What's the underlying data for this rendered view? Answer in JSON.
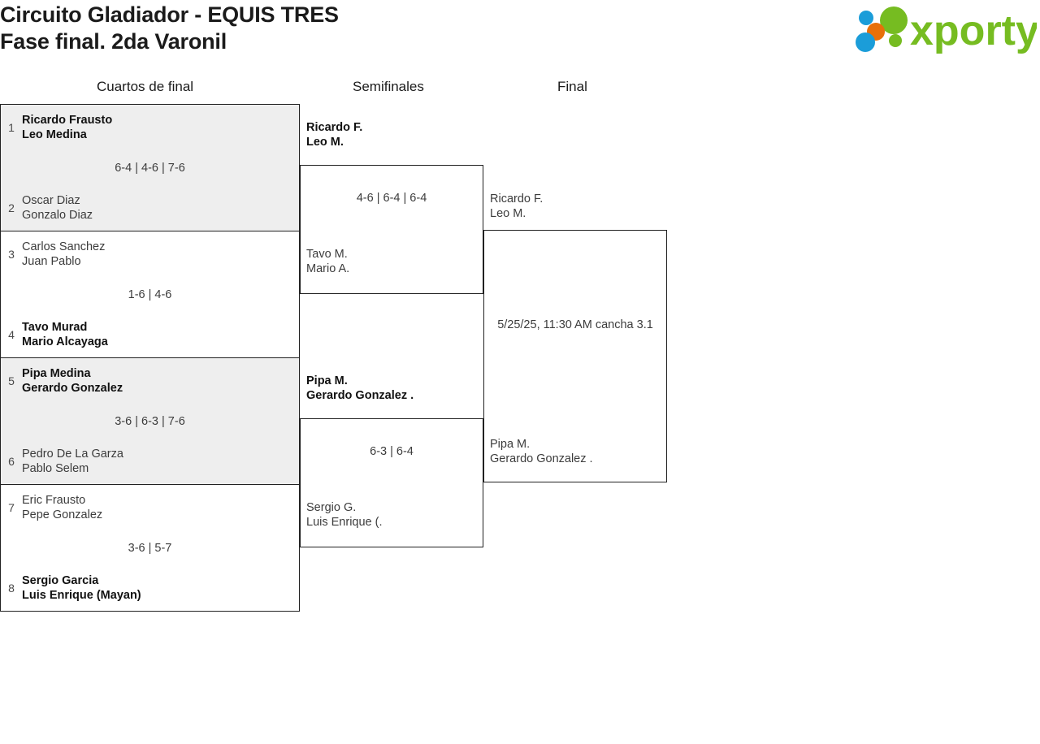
{
  "header": {
    "title": "Circuito Gladiador - EQUIS TRES\nFase final. 2da Varonil",
    "logo": {
      "name": "xporty-logo",
      "wordmark": "xporty",
      "green": "#76bc21",
      "blue": "#1b9dd9",
      "orange": "#e8700a"
    }
  },
  "rounds": {
    "quarterfinals_label": "Cuartos de final",
    "semifinals_label": "Semifinales",
    "final_label": "Final"
  },
  "quarterfinals": [
    {
      "shaded": true,
      "top": {
        "seed": "1",
        "team": "Ricardo Frausto\nLeo Medina",
        "winner": true
      },
      "bottom": {
        "seed": "2",
        "team": "Oscar Diaz\nGonzalo Diaz",
        "winner": false
      },
      "score": "6-4 | 4-6 | 7-6"
    },
    {
      "shaded": false,
      "top": {
        "seed": "3",
        "team": "Carlos Sanchez\nJuan Pablo",
        "winner": false
      },
      "bottom": {
        "seed": "4",
        "team": "Tavo Murad\nMario Alcayaga",
        "winner": true
      },
      "score": "1-6 | 4-6"
    },
    {
      "shaded": true,
      "top": {
        "seed": "5",
        "team": "Pipa Medina\nGerardo Gonzalez",
        "winner": true
      },
      "bottom": {
        "seed": "6",
        "team": "Pedro De La Garza\nPablo Selem",
        "winner": false
      },
      "score": "3-6 | 6-3 | 7-6"
    },
    {
      "shaded": false,
      "top": {
        "seed": "7",
        "team": "Eric Frausto\nPepe Gonzalez",
        "winner": false
      },
      "bottom": {
        "seed": "8",
        "team": "Sergio Garcia\nLuis Enrique (Mayan)",
        "winner": true
      },
      "score": "3-6 | 5-7"
    }
  ],
  "semifinals": [
    {
      "top": {
        "team": "Ricardo F.\nLeo M.",
        "winner": true
      },
      "bottom": {
        "team": "Tavo M.\nMario A.",
        "winner": false
      },
      "score": "4-6 | 6-4 | 6-4"
    },
    {
      "top": {
        "team": "Pipa M.\nGerardo Gonzalez .",
        "winner": true
      },
      "bottom": {
        "team": "Sergio G.\nLuis Enrique (.",
        "winner": false
      },
      "score": "6-3 | 6-4"
    }
  ],
  "final": {
    "top": {
      "team": "Ricardo F.\nLeo M.",
      "winner": false
    },
    "bottom": {
      "team": "Pipa M.\nGerardo Gonzalez .",
      "winner": false
    },
    "schedule": "5/25/25, 11:30 AM cancha 3.1"
  }
}
